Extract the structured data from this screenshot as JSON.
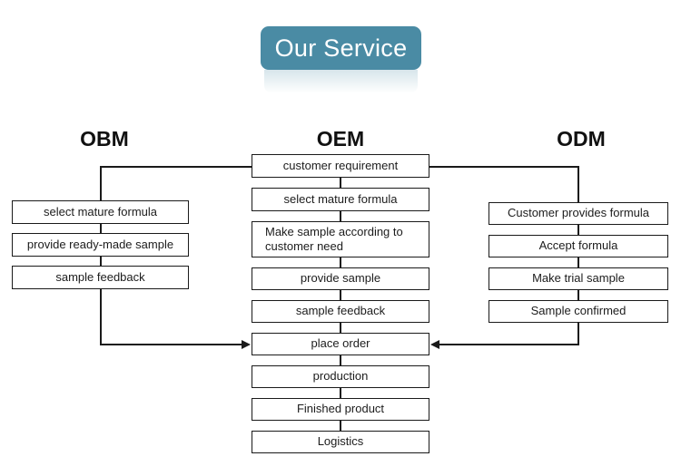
{
  "banner": {
    "title": "Our Service",
    "background_color": "#4a8ba4",
    "text_color": "#ffffff"
  },
  "columns": [
    {
      "id": "obm",
      "heading": "OBM",
      "steps": [
        "select mature formula",
        "provide ready-made sample",
        "sample feedback"
      ]
    },
    {
      "id": "oem",
      "heading": "OEM",
      "steps": [
        "customer requirement",
        "select mature formula",
        "Make sample according to customer need",
        "provide sample",
        "sample feedback",
        "place order",
        "production",
        "Finished product",
        "Logistics"
      ]
    },
    {
      "id": "odm",
      "heading": "ODM",
      "steps": [
        "Customer provides formula",
        "Accept formula",
        "Make trial sample",
        "Sample confirmed"
      ]
    }
  ],
  "connectors": {
    "left_branch_label": "customer-requirement-to-obm",
    "right_branch_label": "customer-requirement-to-odm",
    "left_merge_label": "obm-to-place-order",
    "right_merge_label": "odm-to-place-order"
  },
  "theme": {
    "box_border_color": "#1a1a1a",
    "box_fill_color": "#ffffff",
    "text_color": "#1c1c1c",
    "page_background": "#ffffff"
  }
}
